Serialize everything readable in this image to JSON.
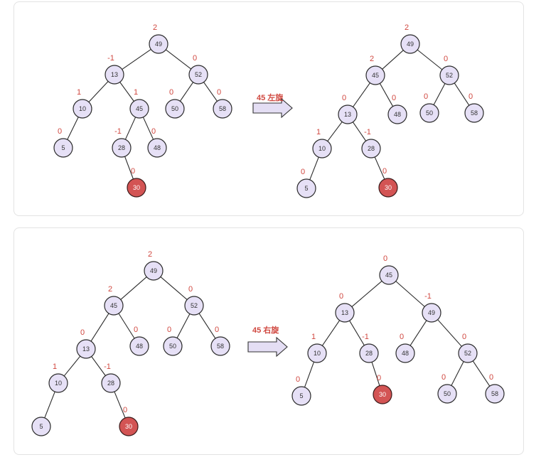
{
  "steps": [
    {
      "operation": "45 左旋",
      "trees": [
        {
          "nodes": [
            {
              "id": "49",
              "label": "49",
              "bf": "2"
            },
            {
              "id": "13",
              "label": "13",
              "bf": "-1"
            },
            {
              "id": "52",
              "label": "52",
              "bf": "0"
            },
            {
              "id": "10",
              "label": "10",
              "bf": "1"
            },
            {
              "id": "45",
              "label": "45",
              "bf": "1"
            },
            {
              "id": "50",
              "label": "50",
              "bf": "0"
            },
            {
              "id": "58",
              "label": "58",
              "bf": "0"
            },
            {
              "id": "5",
              "label": "5",
              "bf": "0"
            },
            {
              "id": "28",
              "label": "28",
              "bf": "-1"
            },
            {
              "id": "48",
              "label": "48",
              "bf": "0"
            },
            {
              "id": "30",
              "label": "30",
              "bf": "0",
              "highlight": true
            }
          ],
          "edges": [
            [
              "49",
              "13"
            ],
            [
              "49",
              "52"
            ],
            [
              "13",
              "10"
            ],
            [
              "13",
              "45"
            ],
            [
              "52",
              "50"
            ],
            [
              "52",
              "58"
            ],
            [
              "10",
              "5"
            ],
            [
              "45",
              "28"
            ],
            [
              "45",
              "48"
            ],
            [
              "28",
              "30"
            ]
          ]
        },
        {
          "nodes": [
            {
              "id": "49",
              "label": "49",
              "bf": "2"
            },
            {
              "id": "45",
              "label": "45",
              "bf": "2"
            },
            {
              "id": "52",
              "label": "52",
              "bf": "0"
            },
            {
              "id": "13",
              "label": "13",
              "bf": "0"
            },
            {
              "id": "48",
              "label": "48",
              "bf": "0"
            },
            {
              "id": "50",
              "label": "50",
              "bf": "0"
            },
            {
              "id": "58",
              "label": "58",
              "bf": "0"
            },
            {
              "id": "10",
              "label": "10",
              "bf": "1"
            },
            {
              "id": "28",
              "label": "28",
              "bf": "-1"
            },
            {
              "id": "5",
              "label": "5",
              "bf": "0"
            },
            {
              "id": "30",
              "label": "30",
              "bf": "0",
              "highlight": true
            }
          ],
          "edges": [
            [
              "49",
              "45"
            ],
            [
              "49",
              "52"
            ],
            [
              "45",
              "13"
            ],
            [
              "45",
              "48"
            ],
            [
              "52",
              "50"
            ],
            [
              "52",
              "58"
            ],
            [
              "13",
              "10"
            ],
            [
              "13",
              "28"
            ],
            [
              "10",
              "5"
            ],
            [
              "28",
              "30"
            ]
          ]
        }
      ]
    },
    {
      "operation": "45 右旋",
      "trees": [
        {
          "nodes": [
            {
              "id": "49",
              "label": "49",
              "bf": "2"
            },
            {
              "id": "45",
              "label": "45",
              "bf": "2"
            },
            {
              "id": "52",
              "label": "52",
              "bf": "0"
            },
            {
              "id": "13",
              "label": "13",
              "bf": "0"
            },
            {
              "id": "48",
              "label": "48",
              "bf": "0"
            },
            {
              "id": "50",
              "label": "50",
              "bf": "0"
            },
            {
              "id": "58",
              "label": "58",
              "bf": "0"
            },
            {
              "id": "10",
              "label": "10",
              "bf": "1"
            },
            {
              "id": "28",
              "label": "28",
              "bf": "-1"
            },
            {
              "id": "5",
              "label": "5",
              "bf": ""
            },
            {
              "id": "30",
              "label": "30",
              "bf": "0",
              "highlight": true
            }
          ],
          "edges": [
            [
              "49",
              "45"
            ],
            [
              "49",
              "52"
            ],
            [
              "45",
              "13"
            ],
            [
              "45",
              "48"
            ],
            [
              "52",
              "50"
            ],
            [
              "52",
              "58"
            ],
            [
              "13",
              "10"
            ],
            [
              "13",
              "28"
            ],
            [
              "10",
              "5"
            ],
            [
              "28",
              "30"
            ]
          ]
        },
        {
          "nodes": [
            {
              "id": "45",
              "label": "45",
              "bf": "0"
            },
            {
              "id": "13",
              "label": "13",
              "bf": "0"
            },
            {
              "id": "49",
              "label": "49",
              "bf": "-1"
            },
            {
              "id": "10",
              "label": "10",
              "bf": "1"
            },
            {
              "id": "28",
              "label": "28",
              "bf": "-1"
            },
            {
              "id": "48",
              "label": "48",
              "bf": "0"
            },
            {
              "id": "52",
              "label": "52",
              "bf": "0"
            },
            {
              "id": "5",
              "label": "5",
              "bf": "0"
            },
            {
              "id": "30",
              "label": "30",
              "bf": "0",
              "highlight": true
            },
            {
              "id": "50",
              "label": "50",
              "bf": "0"
            },
            {
              "id": "58",
              "label": "58",
              "bf": "0"
            }
          ],
          "edges": [
            [
              "45",
              "13"
            ],
            [
              "45",
              "49"
            ],
            [
              "13",
              "10"
            ],
            [
              "13",
              "28"
            ],
            [
              "49",
              "48"
            ],
            [
              "49",
              "52"
            ],
            [
              "10",
              "5"
            ],
            [
              "28",
              "30"
            ],
            [
              "52",
              "50"
            ],
            [
              "52",
              "58"
            ]
          ]
        }
      ]
    }
  ]
}
